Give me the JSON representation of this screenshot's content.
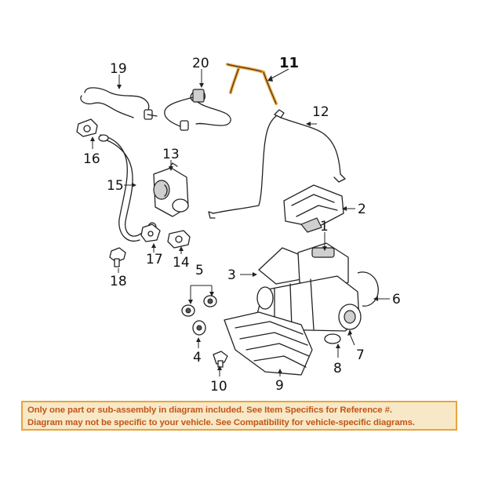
{
  "callouts": {
    "c1": "1",
    "c2": "2",
    "c3": "3",
    "c4": "4",
    "c5": "5",
    "c6": "6",
    "c7": "7",
    "c8": "8",
    "c9": "9",
    "c10": "10",
    "c11": "11",
    "c12": "12",
    "c13": "13",
    "c14": "14",
    "c15": "15",
    "c16": "16",
    "c17": "17",
    "c18": "18",
    "c19": "19",
    "c20": "20"
  },
  "highlighted_part": "11",
  "colors": {
    "highlight": "#e8a43a",
    "disclaimer_text": "#c2551a",
    "disclaimer_bg": "#f7e9c7",
    "disclaimer_border": "#e8a43a"
  },
  "disclaimer": {
    "line1": "Only one part or sub-assembly in diagram included. See Item Specifics for Reference #.",
    "line2": "Diagram may not be specific to your vehicle. See Compatibility for vehicle-specific diagrams."
  }
}
